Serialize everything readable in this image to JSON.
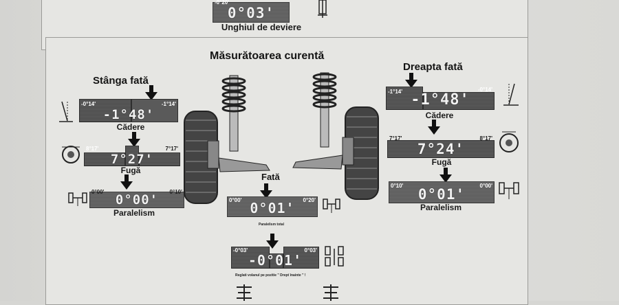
{
  "top": {
    "gauge_min": "-0°20'",
    "gauge_value": "0°03'",
    "label": "Unghiul de deviere"
  },
  "main": {
    "title": "Măsurătoarea curentă",
    "left": {
      "heading": "Stânga fată",
      "camber": {
        "min": "-0°14'",
        "max": "-1°14'",
        "value": "-1°48'",
        "label": "Cădere"
      },
      "caster": {
        "min": "8°17'",
        "max": "7°17'",
        "value": "7°27'",
        "label": "Fugă"
      },
      "toe": {
        "min": "0°00'",
        "max": "0°10'",
        "value": "0°00'",
        "label": "Paralelism"
      }
    },
    "right": {
      "heading": "Dreapta fată",
      "camber": {
        "min": "-1°14'",
        "max": "-0°14'",
        "value": "-1°48'",
        "label": "Cădere"
      },
      "caster": {
        "min": "7°17'",
        "max": "8°17'",
        "value": "7°24'",
        "label": "Fugă"
      },
      "toe": {
        "min": "0°10'",
        "max": "0°00'",
        "value": "0°01'",
        "label": "Paralelism"
      }
    },
    "center": {
      "heading": "Fată",
      "total_toe": {
        "min": "0°00'",
        "max": "0°20'",
        "value": "0°01'",
        "label": "Paralelism total"
      },
      "steering": {
        "min": "-0°03'",
        "max": "0°03'",
        "value": "-0°01'",
        "label": "Reglati volanul pe pozitie \" Drept înainte \" !"
      }
    }
  }
}
